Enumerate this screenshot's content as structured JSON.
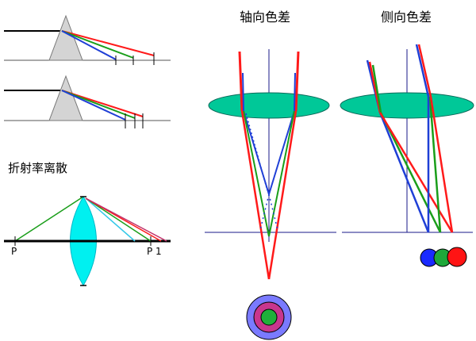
{
  "titles": {
    "axial": "轴向色差",
    "lateral": "侧向色差",
    "dispersion": "折射率离散"
  },
  "points": {
    "p": "P",
    "p1": "P 1"
  },
  "colors": {
    "red": "#ff1a1a",
    "green": "#1a9e1a",
    "blue": "#1f3fd6",
    "cyan": "#33c8e8",
    "magenta": "#c0306a",
    "lens_teal": "#00c898",
    "lens_cyan": "#00f0f0",
    "prism_gray": "#d4d4d4",
    "axis_navy": "#1a1a8a"
  }
}
